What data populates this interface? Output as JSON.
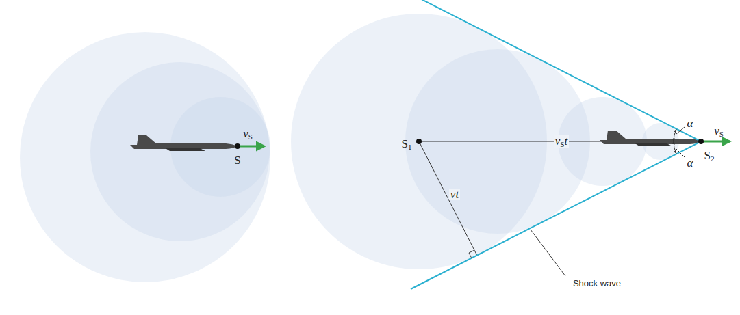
{
  "diagram": {
    "labels": [
      "vS",
      "S",
      "S1",
      "vSt",
      "vt",
      "α",
      "α",
      "vS",
      "S2",
      "Shock wave"
    ]
  }
}
